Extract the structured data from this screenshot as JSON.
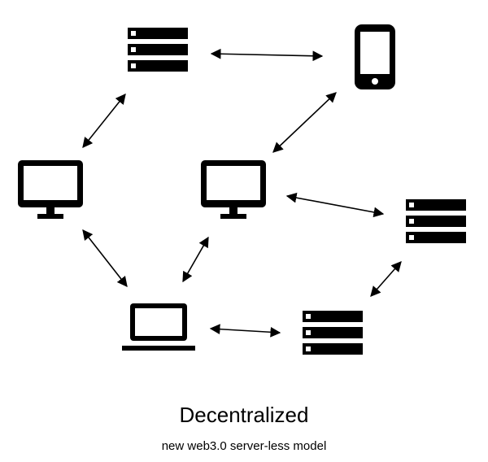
{
  "caption": {
    "title": "Decentralized",
    "subtitle": "new web3.0 server-less model"
  },
  "colors": {
    "ink": "#000000",
    "background": "#ffffff"
  },
  "nodes": [
    {
      "id": "server-top",
      "kind": "server",
      "icon": "server-icon"
    },
    {
      "id": "phone",
      "kind": "phone",
      "icon": "smartphone-icon"
    },
    {
      "id": "monitor-left",
      "kind": "monitor",
      "icon": "desktop-monitor-icon"
    },
    {
      "id": "monitor-center",
      "kind": "monitor",
      "icon": "desktop-monitor-icon"
    },
    {
      "id": "server-right",
      "kind": "server",
      "icon": "server-icon"
    },
    {
      "id": "laptop",
      "kind": "laptop",
      "icon": "laptop-icon"
    },
    {
      "id": "server-bottom",
      "kind": "server",
      "icon": "server-icon"
    }
  ],
  "connections": [
    {
      "from": "server-top",
      "to": "phone"
    },
    {
      "from": "server-top",
      "to": "monitor-left"
    },
    {
      "from": "phone",
      "to": "monitor-center"
    },
    {
      "from": "monitor-center",
      "to": "server-right"
    },
    {
      "from": "monitor-left",
      "to": "laptop"
    },
    {
      "from": "monitor-center",
      "to": "laptop"
    },
    {
      "from": "laptop",
      "to": "server-bottom"
    },
    {
      "from": "server-bottom",
      "to": "server-right"
    }
  ]
}
